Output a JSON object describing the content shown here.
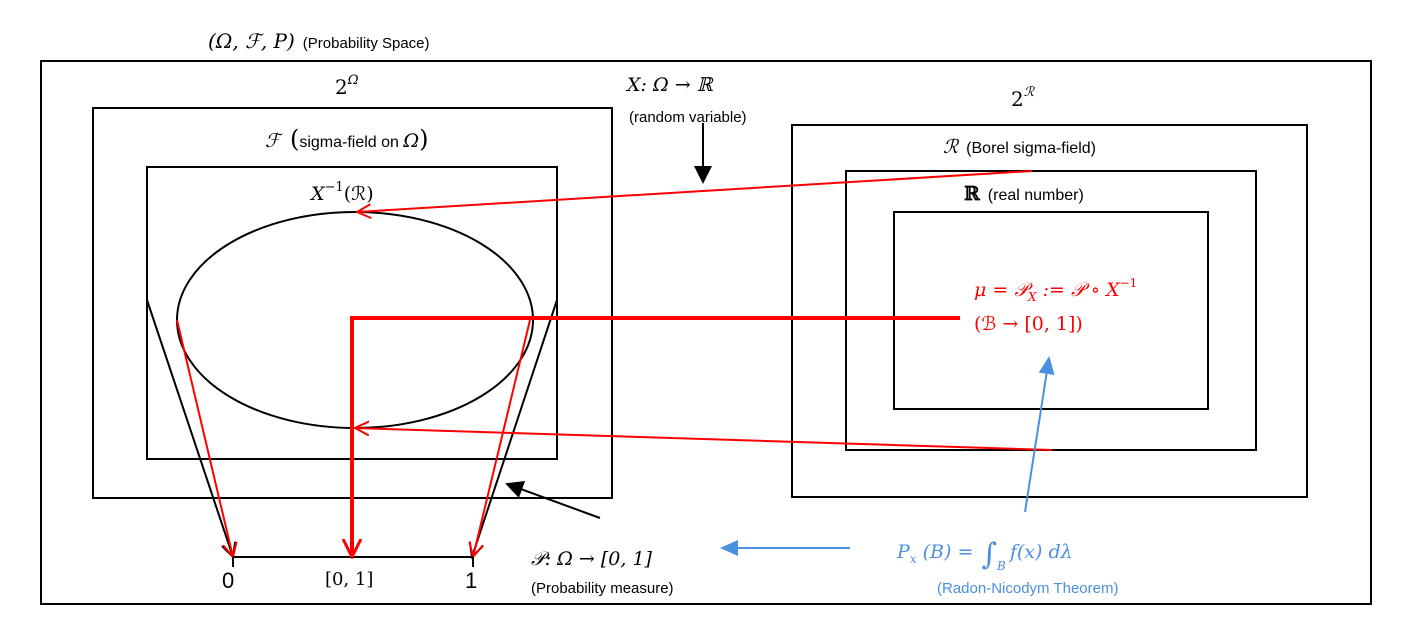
{
  "title": {
    "math": "(Ω, ℱ, P)",
    "label": "(Probability Space)"
  },
  "left": {
    "power_set_label": "2",
    "power_set_exp": "Ω",
    "sigma_field_symbol": "ℱ",
    "sigma_field_label": "sigma-field on ",
    "sigma_field_omega": "Ω",
    "preimage_base": "X",
    "preimage_exp": "−1",
    "preimage_arg": "(ℛ)"
  },
  "random_variable": {
    "math": "X: Ω → ℝ",
    "label": "(random variable)"
  },
  "right": {
    "power_set_label": "2",
    "power_set_exp": "ℛ",
    "borel_symbol": "ℛ",
    "borel_label": "(Borel sigma-field)",
    "reals_symbol": "ℝ",
    "reals_label": "(real number)",
    "pushforward_line1": "μ = 𝒫",
    "pushforward_sub": "X",
    "pushforward_line1b": " :=  𝒫 ∘ X",
    "pushforward_exp": "−1",
    "pushforward_line2": "(ℬ → [0, 1])"
  },
  "interval": {
    "left_tick": "0",
    "right_tick": "1",
    "label": "[0, 1]"
  },
  "measure": {
    "math": "𝒫: Ω → [0, 1]",
    "label": "(Probability measure)"
  },
  "radon": {
    "lhs": "P",
    "lhs_sub": "x",
    "lhs_arg": " (B)  =",
    "integral": "∫",
    "integral_sub": "B",
    "rhs": "f(x) dλ",
    "label": "(Radon-Nicodym Theorem)"
  },
  "colors": {
    "mapping": "#ff0000",
    "density": "#4a8fe0",
    "structure": "#000000"
  }
}
